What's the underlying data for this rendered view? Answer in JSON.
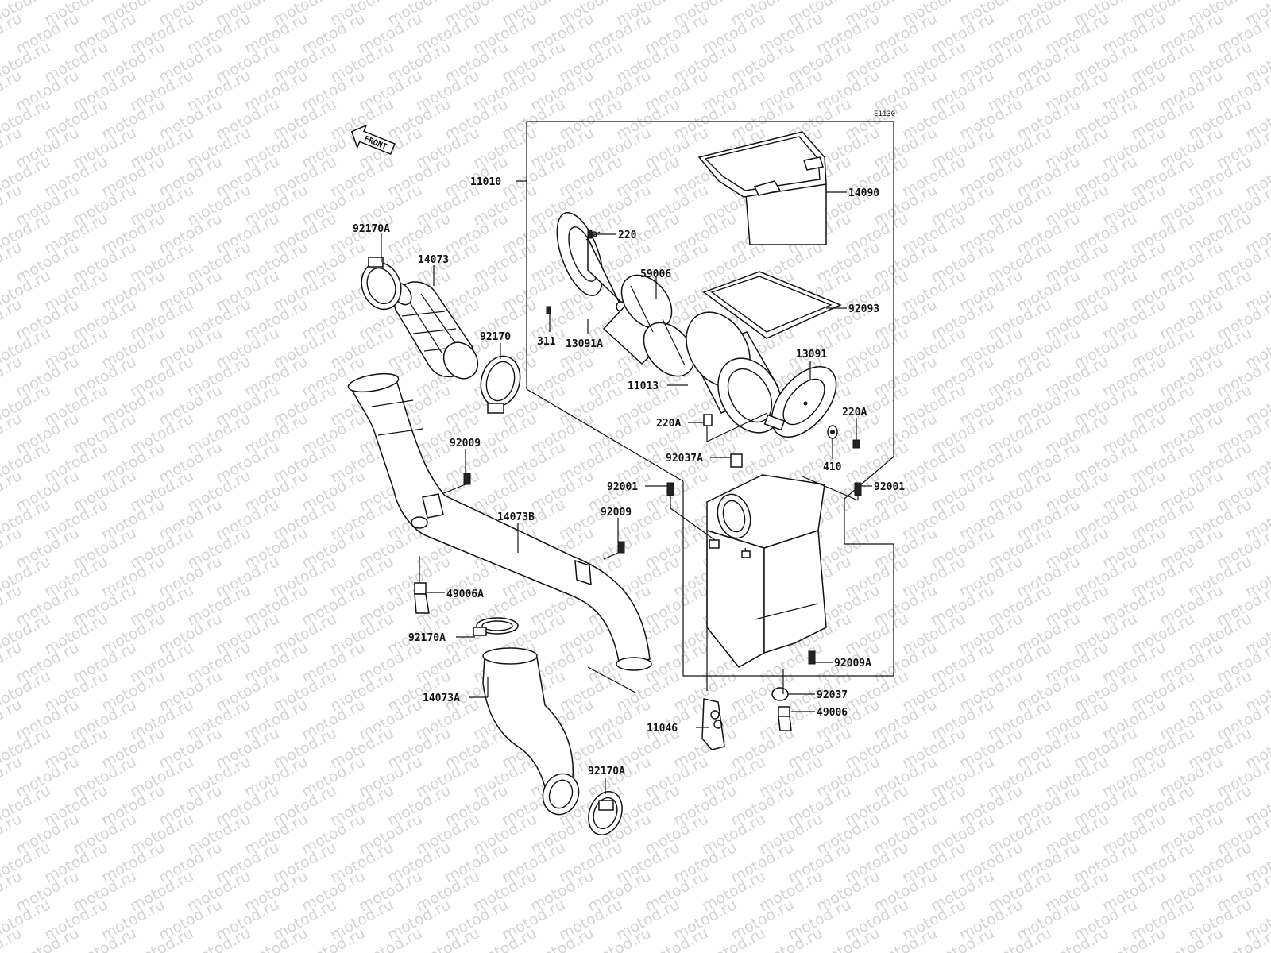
{
  "watermark": {
    "text": "motod.ru"
  },
  "diagram": {
    "reference_code": "E1130",
    "front_marker": "FRONT",
    "part_labels": {
      "p11010": "11010",
      "p14090": "14090",
      "p220": "220",
      "p59006": "59006",
      "p92093": "92093",
      "p311": "311",
      "p13091A": "13091A",
      "p13091": "13091",
      "p11013": "11013",
      "p220A_left": "220A",
      "p220A_right": "220A",
      "p92037A": "92037A",
      "p410": "410",
      "p92001_left": "92001",
      "p92001_right": "92001",
      "p92170A_top": "92170A",
      "p14073": "14073",
      "p92170": "92170",
      "p92009_upper": "92009",
      "p92009_lower": "92009",
      "p14073B": "14073B",
      "p49006A": "49006A",
      "p92170A_mid": "92170A",
      "p14073A": "14073A",
      "p92170A_bottom": "92170A",
      "p92009A": "92009A",
      "p92037": "92037",
      "p49006": "49006",
      "p11046": "11046"
    }
  }
}
